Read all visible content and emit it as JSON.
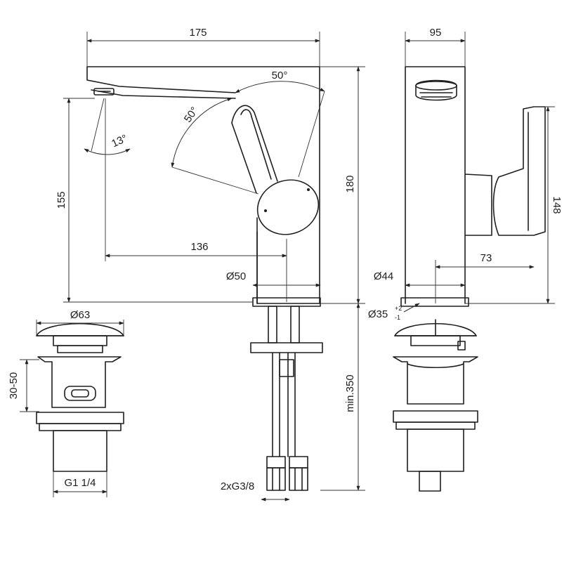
{
  "dimensions": {
    "spout_length": "175",
    "body_depth": "95",
    "total_height": "180",
    "outlet_height": "155",
    "lever_height": "148",
    "outlet_reach": "136",
    "lever_reach": "73",
    "lever_angle_back": "50°",
    "lever_angle_front": "50°",
    "spray_angle": "13°",
    "body_diameter": "Ø50",
    "base_diameter": "Ø44",
    "hole_diameter": "Ø35",
    "hole_tol_upper": "+2",
    "hole_tol_lower": "-1",
    "waste_cap_diameter": "Ø63",
    "waste_adjust_range": "30-50",
    "waste_thread": "G1 1/4",
    "hose_length": "min.350",
    "hose_thread": "2xG3/8"
  }
}
